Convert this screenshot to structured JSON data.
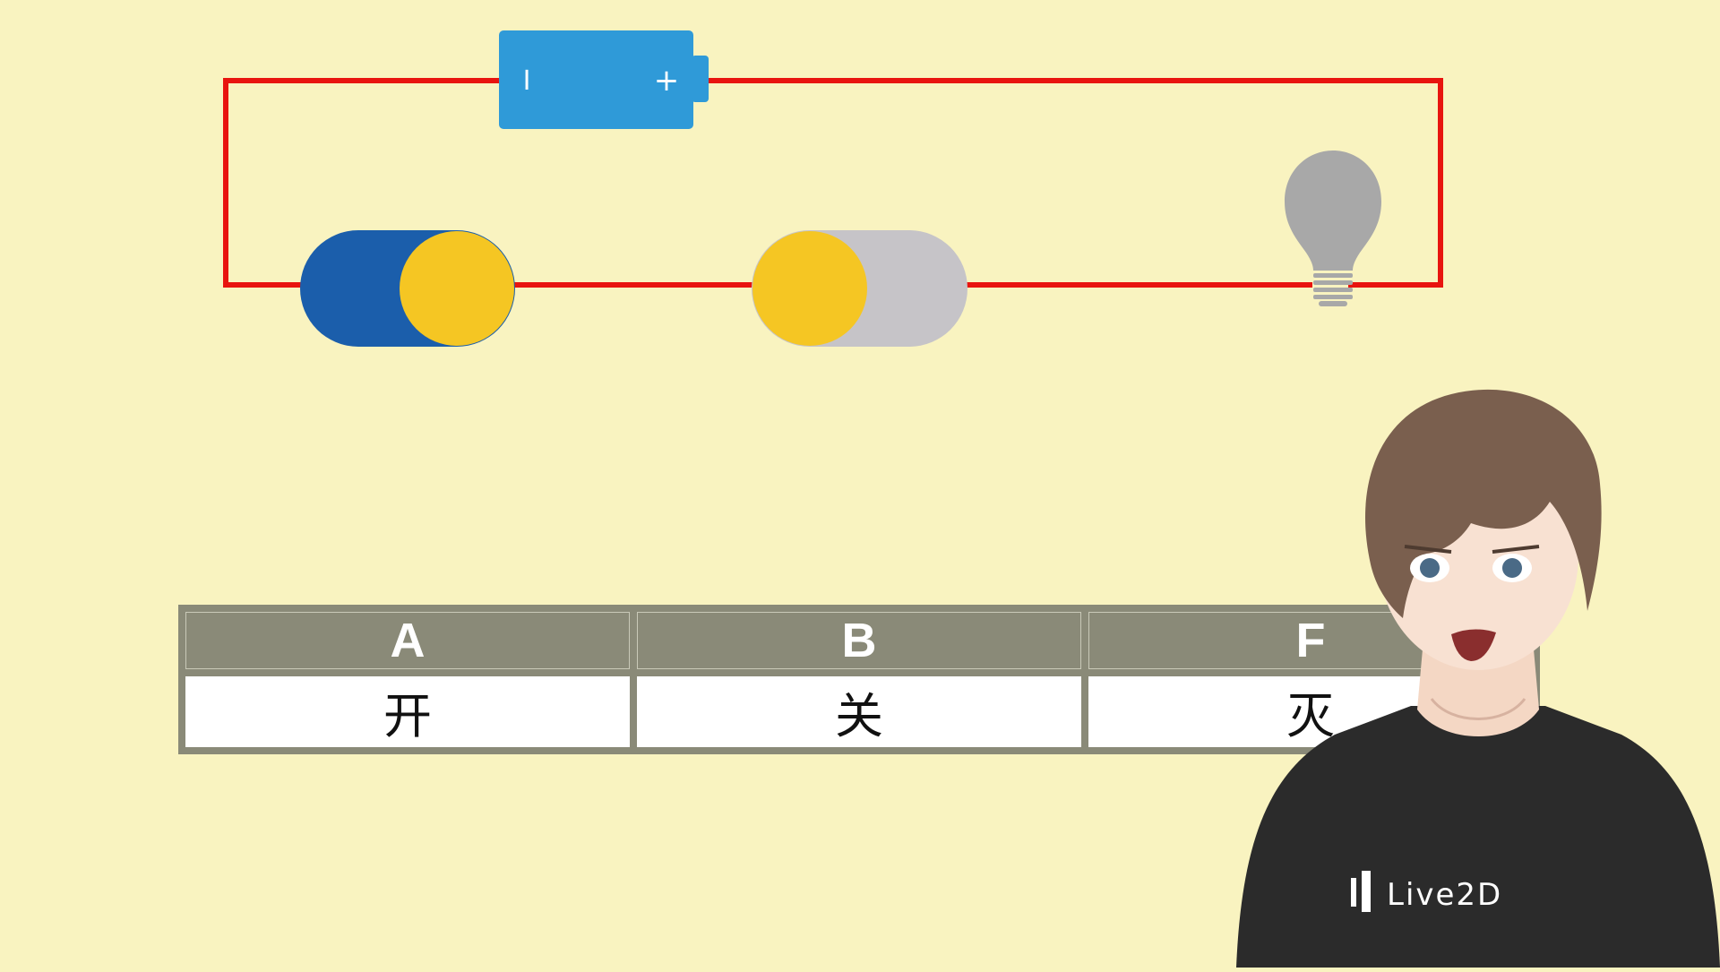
{
  "battery": {
    "negative_symbol": "I",
    "positive_symbol": "+",
    "color": "#2f9ad8"
  },
  "switches": [
    {
      "name": "A",
      "state": "on",
      "body_color": "#1b5eab",
      "knob_color": "#f5c623"
    },
    {
      "name": "B",
      "state": "off",
      "body_color": "#c6c4c8",
      "knob_color": "#f5c623"
    }
  ],
  "bulb": {
    "state": "off",
    "color": "#a8a8a8"
  },
  "wire_color": "#e8140f",
  "truth_table": {
    "headers": [
      "A",
      "B",
      "F"
    ],
    "values": [
      "开",
      "关",
      "灭"
    ]
  },
  "avatar": {
    "shirt_logo": "Live2D"
  }
}
